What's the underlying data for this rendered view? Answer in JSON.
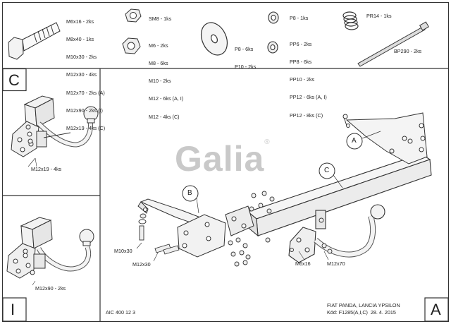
{
  "parts": {
    "bolts": [
      "M6x16 - 2ks",
      "M8x40 - 1ks",
      "M10x30 - 2ks",
      "M12x30 - 4ks",
      "M12x70 - 2ks (A)",
      "M12x90 - 2ks (I)",
      "M12x19 - 4ks (C)"
    ],
    "sm8": "SM8 - 1ks",
    "nuts": [
      "M6 - 2ks",
      "M8 - 6ks",
      "M10 - 2ks",
      "M12 - 6ks (A, I)",
      "M12 - 4ks (C)"
    ],
    "big_washers": [
      "P8 - 6ks",
      "P10 - 2ks"
    ],
    "p8": "P8 - 1ks",
    "pp_washers": [
      "PP6 - 2ks",
      "PP8 - 6ks",
      "PP10 - 2ks",
      "PP12 - 6ks (A, I)",
      "PP12 - 8ks (C)"
    ],
    "pr14": "PR14 - 1ks",
    "bp290": "BP290 - 2ks"
  },
  "variants": {
    "c_letter": "C",
    "c_bolt": "M12x19 - 4ks",
    "i_letter": "I",
    "i_bolt": "M12x90 - 2ks"
  },
  "main": {
    "logo": "Galia",
    "logo_mark": "®",
    "callout_a": "A",
    "callout_b": "B",
    "callout_c": "C",
    "labels": {
      "m10x30": "M10x30",
      "m12x30": "M12x30",
      "m6x16": "M6x16",
      "m12x70": "M12x70"
    },
    "code": "AIC 400 12 3",
    "vehicle": "FIAT PANDA, LANCIA YPSILON",
    "kod": "Kód: F1285(A,I,C)  28. 4. 2015",
    "a_letter": "A"
  }
}
